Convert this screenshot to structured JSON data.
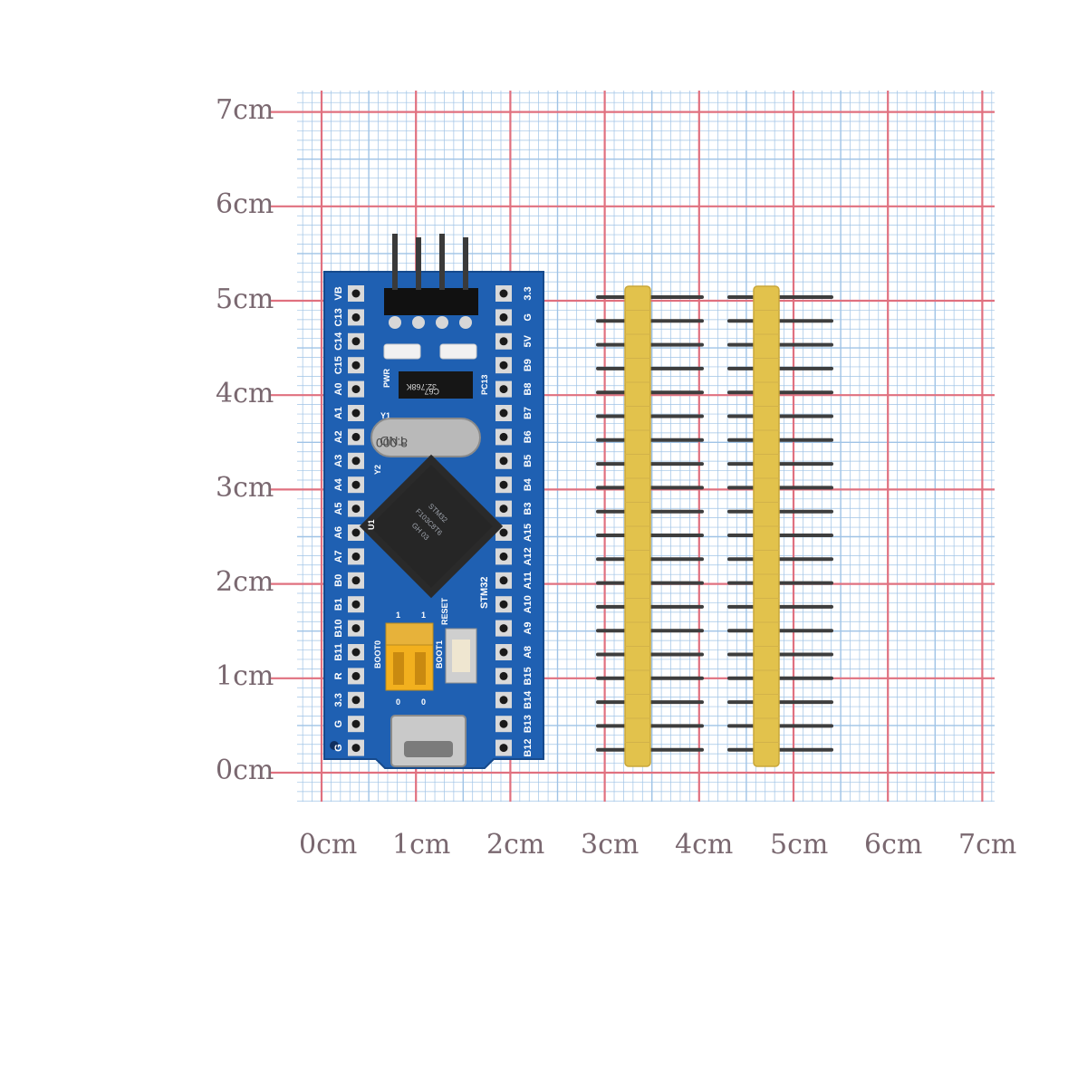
{
  "ruler": {
    "y_labels": [
      "7cm",
      "6cm",
      "5cm",
      "4cm",
      "3cm",
      "2cm",
      "1cm",
      "0cm"
    ],
    "x_labels": [
      "0cm",
      "1cm",
      "2cm",
      "3cm",
      "4cm",
      "5cm",
      "6cm",
      "7cm"
    ],
    "grid_major_color": "#e0707f",
    "grid_minor_color": "#9fc3e6"
  },
  "board": {
    "left_labels": [
      "VB",
      "C13",
      "C14",
      "C15",
      "A0",
      "A1",
      "A2",
      "A3",
      "A4",
      "A5",
      "A6",
      "A7",
      "B0",
      "B1",
      "B10",
      "B11",
      "R",
      "3.3",
      "G",
      "G"
    ],
    "right_labels": [
      "3.3",
      "G",
      "5V",
      "B9",
      "B8",
      "B7",
      "B6",
      "B5",
      "B4",
      "B3",
      "A15",
      "A12",
      "A11",
      "A10",
      "A9",
      "A8",
      "B15",
      "B14",
      "B13",
      "B12"
    ],
    "pwr_label": "PWR",
    "pc13_label": "PC13",
    "osc_label": "32.768K",
    "osc_sub": "C67",
    "crystal_label": "8.000",
    "crystal_sub": "TND",
    "y1_label": "Y1",
    "y2_label": "Y2",
    "u1_label": "U1",
    "stm_label": "STM32",
    "reset_label": "RESET",
    "boot0_label": "BOOT0",
    "boot1_label": "BOOT1",
    "one_label": "1",
    "zero_label": "0",
    "chip_line1": "STM32",
    "chip_line2": "F103C8T6",
    "chip_line3": "GH 03",
    "board_color": "#1e5fb0",
    "header_color": "#e2c24c"
  }
}
